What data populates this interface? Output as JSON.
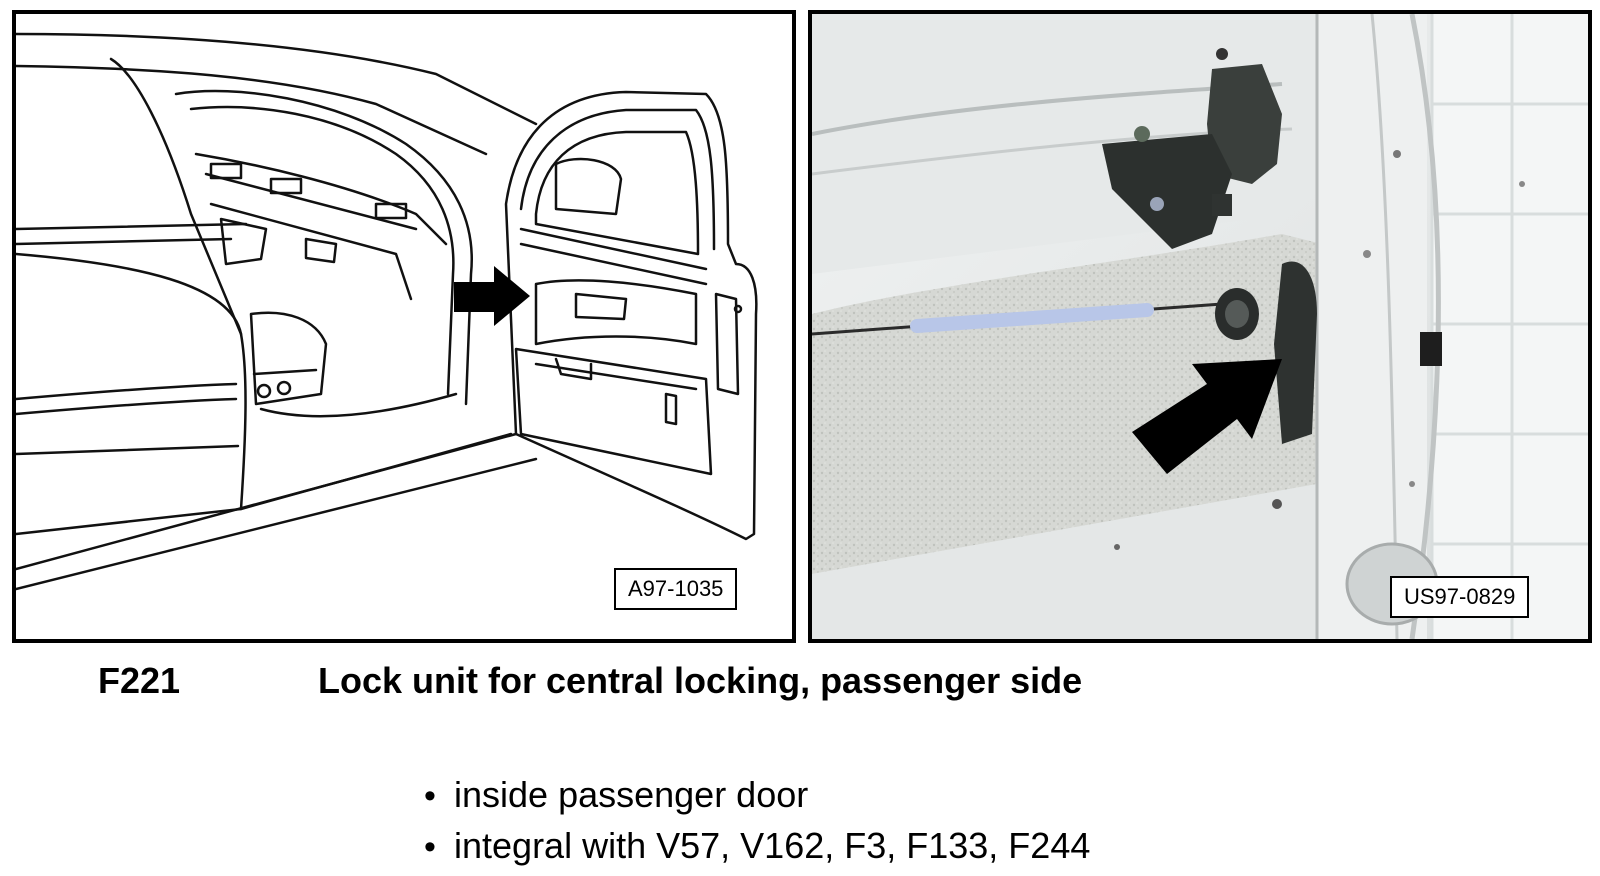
{
  "figures": {
    "left": {
      "ref_code": "A97-1035",
      "arrow_icon": "black-arrow-right-icon"
    },
    "right": {
      "ref_code": "US97-0829",
      "arrow_icon": "black-arrow-up-right-icon"
    }
  },
  "component": {
    "code": "F221",
    "title": "Lock unit for central locking, passenger side"
  },
  "notes": [
    "inside passenger door",
    "integral with V57, V162, F3, F133, F244"
  ]
}
